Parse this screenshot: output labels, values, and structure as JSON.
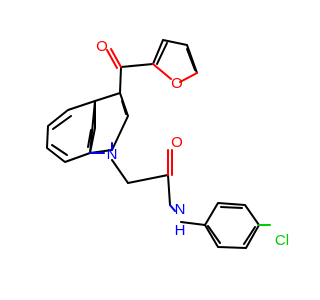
{
  "colors": {
    "bond": "#000000",
    "oxygen": "#ff0000",
    "nitrogen": "#0000ff",
    "chlorine": "#00cc00"
  },
  "atoms": {
    "carbonyl_oxygen_top": "O",
    "furan_oxygen": "O",
    "indole_nitrogen": "N",
    "amide_oxygen": "O",
    "amide_nh": "N",
    "amide_h": "H",
    "chlorine": "Cl"
  }
}
